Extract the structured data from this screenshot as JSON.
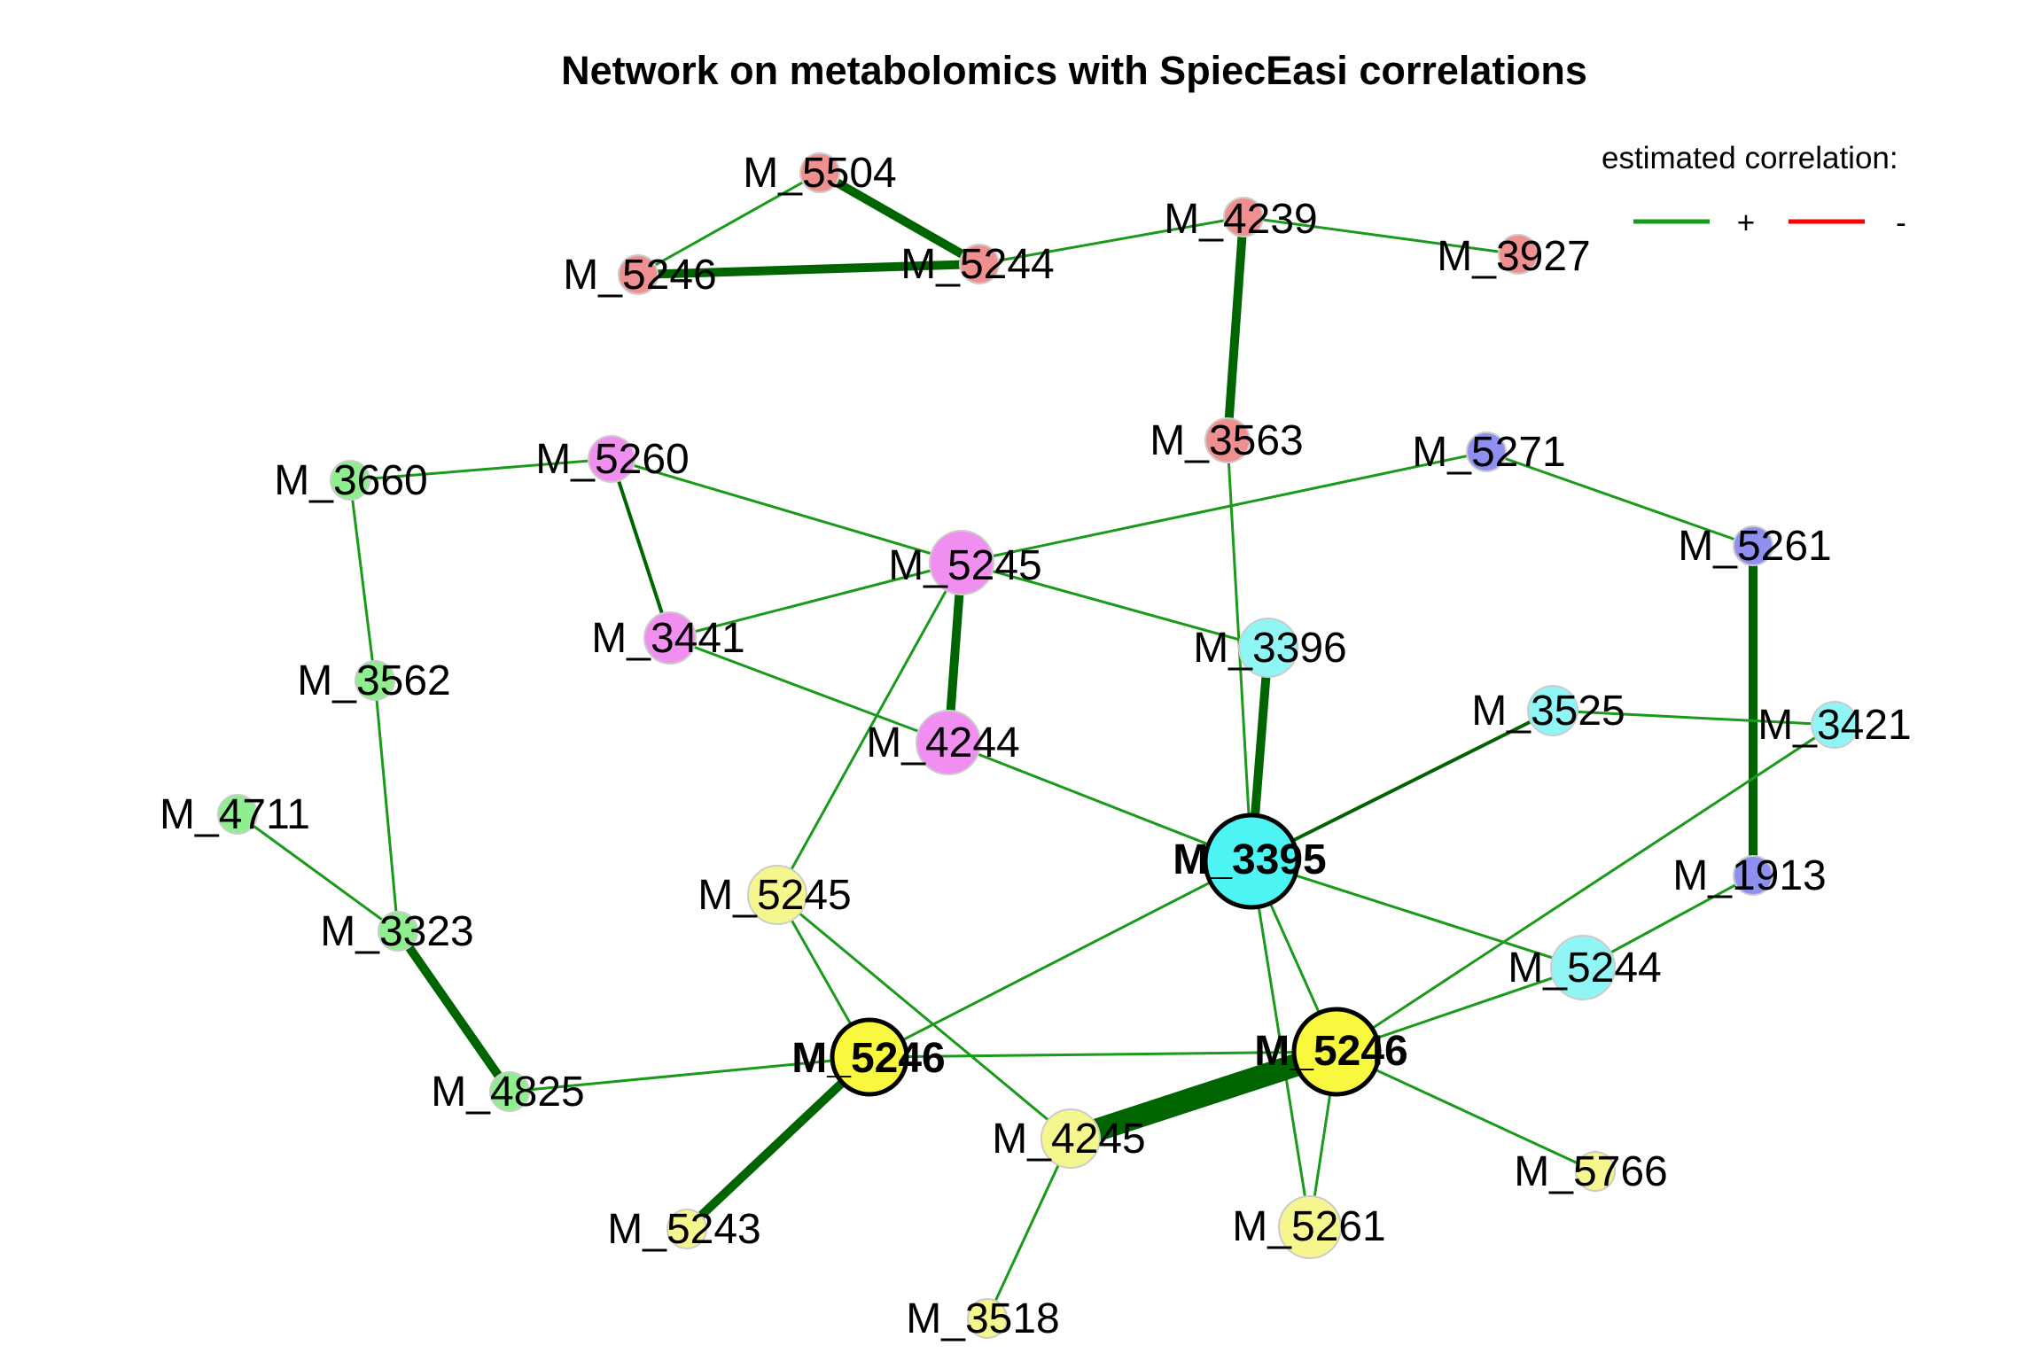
{
  "title": "Network on metabolomics with SpiecEasi correlations",
  "legend": {
    "title": "estimated correlation:",
    "positive_symbol": "+",
    "negative_symbol": "-",
    "positive_color": "#1a9a1a",
    "negative_color": "#ff0000"
  },
  "group_colors": {
    "red": "#f08f8f",
    "magenta": "#f08ff0",
    "green": "#90ee90",
    "cyan": "#8ff5f5",
    "blue": "#8f8ff0",
    "yellow": "#f6f68f",
    "hub_cyan": "#4cf4f4",
    "hub_yellow": "#f8f83e",
    "edge_strong": "#006400",
    "edge_weak": "#1a9a1a"
  },
  "nodes": [
    {
      "id": "n1",
      "label": "M_5504",
      "group": "red",
      "hub": false
    },
    {
      "id": "n2",
      "label": "M_5246",
      "group": "red",
      "hub": false
    },
    {
      "id": "n3",
      "label": "M_5244",
      "group": "red",
      "hub": false
    },
    {
      "id": "n4",
      "label": "M_4239",
      "group": "red",
      "hub": false
    },
    {
      "id": "n5",
      "label": "M_3927",
      "group": "red",
      "hub": false
    },
    {
      "id": "n6",
      "label": "M_3563",
      "group": "red",
      "hub": false
    },
    {
      "id": "n7",
      "label": "M_5260",
      "group": "magenta",
      "hub": false
    },
    {
      "id": "n8",
      "label": "M_5245",
      "group": "magenta",
      "hub": false
    },
    {
      "id": "n9",
      "label": "M_3441",
      "group": "magenta",
      "hub": false
    },
    {
      "id": "n10",
      "label": "M_4244",
      "group": "magenta",
      "hub": false
    },
    {
      "id": "n11",
      "label": "M_3660",
      "group": "green",
      "hub": false
    },
    {
      "id": "n12",
      "label": "M_3562",
      "group": "green",
      "hub": false
    },
    {
      "id": "n13",
      "label": "M_4711",
      "group": "green",
      "hub": false
    },
    {
      "id": "n14",
      "label": "M_3323",
      "group": "green",
      "hub": false
    },
    {
      "id": "n15",
      "label": "M_4825",
      "group": "green",
      "hub": false
    },
    {
      "id": "n16",
      "label": "M_5271",
      "group": "blue",
      "hub": false
    },
    {
      "id": "n17",
      "label": "M_5261",
      "group": "blue",
      "hub": false
    },
    {
      "id": "n18",
      "label": "M_1913",
      "group": "blue",
      "hub": false
    },
    {
      "id": "n19",
      "label": "M_3396",
      "group": "cyan",
      "hub": false
    },
    {
      "id": "n20",
      "label": "M_3525",
      "group": "cyan",
      "hub": false
    },
    {
      "id": "n21",
      "label": "M_3421",
      "group": "cyan",
      "hub": false
    },
    {
      "id": "n22",
      "label": "M_3395",
      "group": "hub_cyan",
      "hub": true
    },
    {
      "id": "n23",
      "label": "M_5244",
      "group": "cyan",
      "hub": false
    },
    {
      "id": "n24",
      "label": "M_5245",
      "group": "yellow",
      "hub": false
    },
    {
      "id": "n25",
      "label": "M_5246",
      "group": "hub_yellow",
      "hub": true
    },
    {
      "id": "n26",
      "label": "M_5246",
      "group": "hub_yellow",
      "hub": true
    },
    {
      "id": "n27",
      "label": "M_4245",
      "group": "yellow",
      "hub": false
    },
    {
      "id": "n28",
      "label": "M_5243",
      "group": "yellow",
      "hub": false
    },
    {
      "id": "n29",
      "label": "M_5261",
      "group": "yellow",
      "hub": false
    },
    {
      "id": "n30",
      "label": "M_5766",
      "group": "yellow",
      "hub": false
    },
    {
      "id": "n31",
      "label": "M_3518",
      "group": "yellow",
      "hub": false
    }
  ],
  "edges": [
    {
      "source": "n1",
      "target": "n3",
      "strength": "strong"
    },
    {
      "source": "n1",
      "target": "n2",
      "strength": "weak"
    },
    {
      "source": "n2",
      "target": "n3",
      "strength": "strong"
    },
    {
      "source": "n3",
      "target": "n4",
      "strength": "weak"
    },
    {
      "source": "n4",
      "target": "n5",
      "strength": "weak"
    },
    {
      "source": "n4",
      "target": "n6",
      "strength": "strong"
    },
    {
      "source": "n6",
      "target": "n22",
      "strength": "weak"
    },
    {
      "source": "n11",
      "target": "n7",
      "strength": "weak"
    },
    {
      "source": "n11",
      "target": "n12",
      "strength": "weak"
    },
    {
      "source": "n12",
      "target": "n14",
      "strength": "weak"
    },
    {
      "source": "n13",
      "target": "n14",
      "strength": "weak"
    },
    {
      "source": "n14",
      "target": "n15",
      "strength": "strong"
    },
    {
      "source": "n15",
      "target": "n25",
      "strength": "weak"
    },
    {
      "source": "n7",
      "target": "n8",
      "strength": "weak"
    },
    {
      "source": "n7",
      "target": "n9",
      "strength": "medium"
    },
    {
      "source": "n9",
      "target": "n8",
      "strength": "weak"
    },
    {
      "source": "n9",
      "target": "n10",
      "strength": "weak"
    },
    {
      "source": "n8",
      "target": "n10",
      "strength": "strong"
    },
    {
      "source": "n8",
      "target": "n16",
      "strength": "weak"
    },
    {
      "source": "n8",
      "target": "n19",
      "strength": "weak"
    },
    {
      "source": "n8",
      "target": "n24",
      "strength": "weak"
    },
    {
      "source": "n10",
      "target": "n22",
      "strength": "weak"
    },
    {
      "source": "n16",
      "target": "n17",
      "strength": "weak"
    },
    {
      "source": "n17",
      "target": "n18",
      "strength": "strong"
    },
    {
      "source": "n19",
      "target": "n22",
      "strength": "strong"
    },
    {
      "source": "n20",
      "target": "n21",
      "strength": "weak"
    },
    {
      "source": "n20",
      "target": "n22",
      "strength": "medium"
    },
    {
      "source": "n21",
      "target": "n26",
      "strength": "weak"
    },
    {
      "source": "n18",
      "target": "n23",
      "strength": "weak"
    },
    {
      "source": "n22",
      "target": "n23",
      "strength": "weak"
    },
    {
      "source": "n22",
      "target": "n25",
      "strength": "weak"
    },
    {
      "source": "n22",
      "target": "n26",
      "strength": "weak"
    },
    {
      "source": "n22",
      "target": "n29",
      "strength": "weak"
    },
    {
      "source": "n23",
      "target": "n26",
      "strength": "weak"
    },
    {
      "source": "n24",
      "target": "n25",
      "strength": "weak"
    },
    {
      "source": "n24",
      "target": "n27",
      "strength": "weak"
    },
    {
      "source": "n25",
      "target": "n26",
      "strength": "weak"
    },
    {
      "source": "n25",
      "target": "n28",
      "strength": "strong"
    },
    {
      "source": "n26",
      "target": "n27",
      "strength": "very_strong"
    },
    {
      "source": "n26",
      "target": "n29",
      "strength": "weak"
    },
    {
      "source": "n26",
      "target": "n30",
      "strength": "weak"
    },
    {
      "source": "n27",
      "target": "n31",
      "strength": "weak"
    }
  ]
}
